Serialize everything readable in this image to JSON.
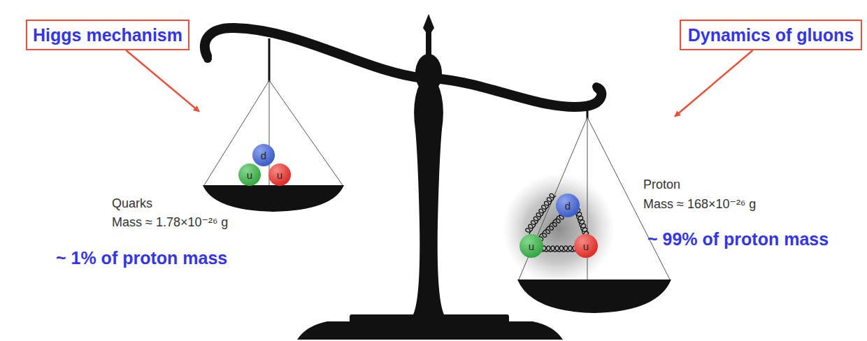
{
  "diagram": {
    "nodes": [
      {
        "text": [
          "Higgs mechanism"
        ]
      },
      {
        "text": [
          "Dynamics of gluons"
        ]
      },
      {
        "text": [
          "Quarks",
          "Mass ≈ 1.78×10⁻²⁶ g"
        ]
      },
      {
        "text": [
          "d"
        ],
        "in": 2
      },
      {
        "text": [
          "u"
        ],
        "in": 2
      },
      {
        "text": [
          "u"
        ],
        "in": 2
      },
      {
        "text": [
          "Proton",
          "Mass ≈ 168×10⁻²⁶ g"
        ]
      },
      {
        "text": [
          "d"
        ],
        "in": 6
      },
      {
        "text": [
          "u"
        ],
        "in": 6
      },
      {
        "text": [
          "u"
        ],
        "in": 6
      }
    ],
    "edges": [
      {
        "from": 0,
        "to": 2,
        "arrow": "to"
      },
      {
        "from": 1,
        "to": 6,
        "arrow": "to"
      }
    ],
    "labels": [
      "~ 1% of proton mass",
      "~ 99% of proton mass"
    ]
  }
}
